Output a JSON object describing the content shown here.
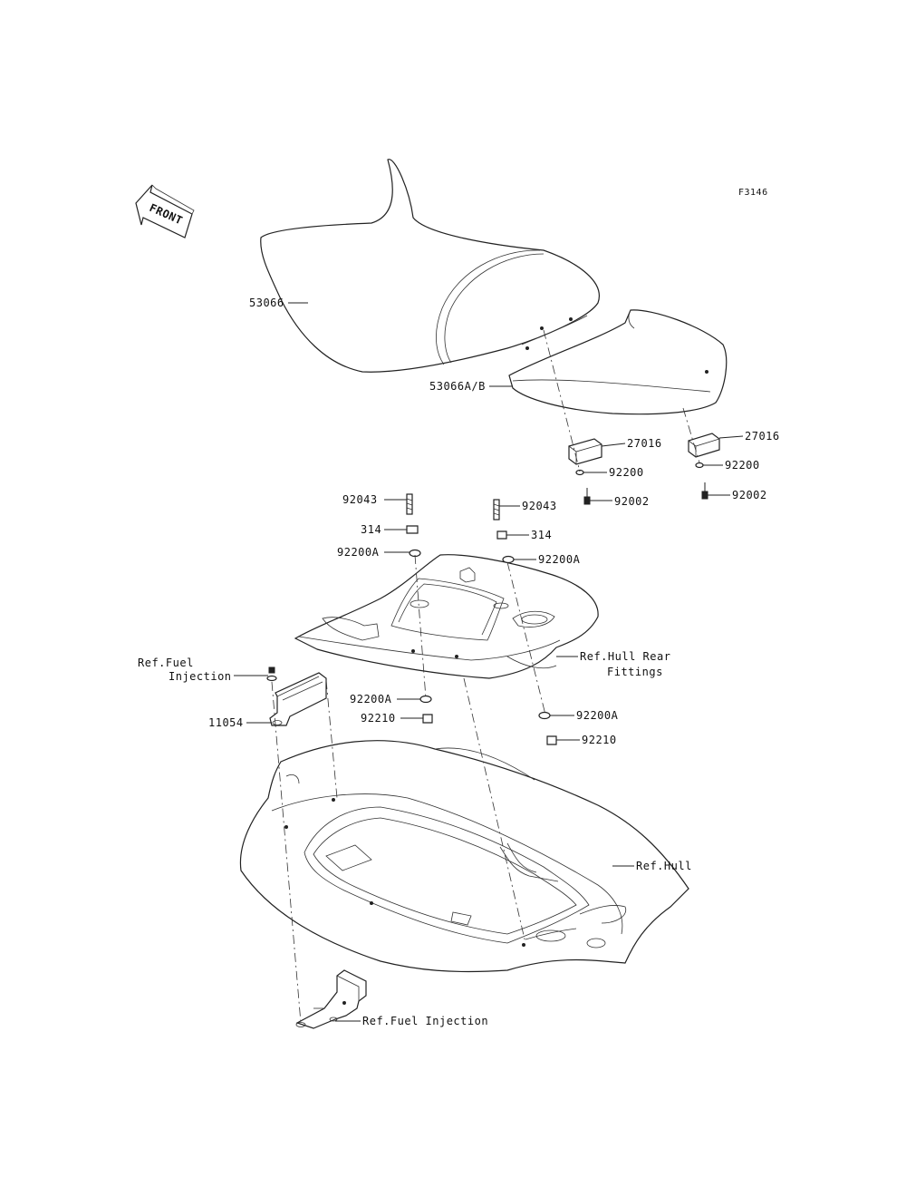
{
  "figure_id": "F3146",
  "front_label": "FRONT",
  "labels": {
    "seat_front": "53066",
    "seat_rear": "53066A/B",
    "damper_left": "27016",
    "damper_right": "27016",
    "washer_left": "92200",
    "washer_right": "92200",
    "bolt_left": "92002",
    "bolt_right": "92002",
    "stud_left": "92043",
    "stud_right": "92043",
    "nut_left": "314",
    "nut_right": "314",
    "washer_a_upper_left": "92200A",
    "washer_a_upper_right": "92200A",
    "washer_a_lower_left": "92200A",
    "washer_a_lower_right": "92200A",
    "nut_lower_left": "92210",
    "nut_lower_right": "92210",
    "bracket": "11054",
    "ref_fuel_injection_line1": "Ref.Fuel",
    "ref_fuel_injection_line2": "Injection",
    "ref_hull_rear_line1": "Ref.Hull Rear",
    "ref_hull_rear_line2": "Fittings",
    "ref_hull": "Ref.Hull",
    "ref_fuel_injection_bottom": "Ref.Fuel Injection"
  }
}
